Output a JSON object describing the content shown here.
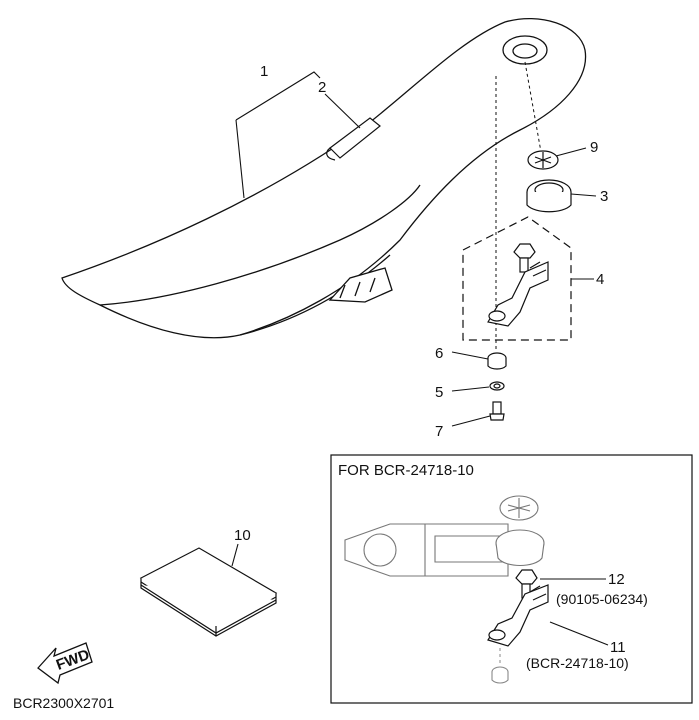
{
  "callouts": {
    "c1": "1",
    "c2": "2",
    "c3": "3",
    "c4": "4",
    "c5": "5",
    "c6": "6",
    "c7": "7",
    "c9": "9",
    "c10": "10",
    "c11": "11",
    "c12": "12"
  },
  "variant_box": {
    "title": "FOR BCR-24718-10",
    "bolt_part_number": "(90105-06234)",
    "bracket_part_number": "(BCR-24718-10)"
  },
  "fwd_arrow_label": "FWD",
  "diagram_code": "BCR2300X2701"
}
